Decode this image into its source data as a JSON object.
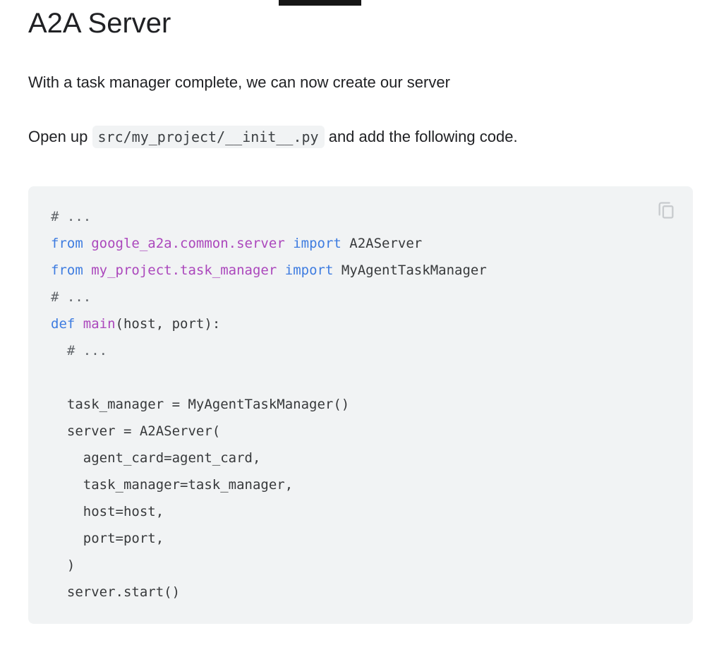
{
  "page": {
    "title": "A2A Server",
    "intro": "With a task manager complete, we can now create our server",
    "open_up_prefix": "Open up ",
    "file_path": "src/my_project/__init__.py",
    "open_up_suffix": " and add the following code."
  },
  "code_block": {
    "language": "python",
    "copy_button_icon": "copy-icon",
    "lines": [
      [
        [
          "com",
          "# ..."
        ]
      ],
      [
        [
          "kw",
          "from"
        ],
        [
          "pl",
          " "
        ],
        [
          "id",
          "google_a2a.common.server"
        ],
        [
          "pl",
          " "
        ],
        [
          "kw",
          "import"
        ],
        [
          "pl",
          " A2AServer"
        ]
      ],
      [
        [
          "kw",
          "from"
        ],
        [
          "pl",
          " "
        ],
        [
          "id",
          "my_project.task_manager"
        ],
        [
          "pl",
          " "
        ],
        [
          "kw",
          "import"
        ],
        [
          "pl",
          " MyAgentTaskManager"
        ]
      ],
      [
        [
          "com",
          "# ..."
        ]
      ],
      [
        [
          "kw",
          "def"
        ],
        [
          "pl",
          " "
        ],
        [
          "id",
          "main"
        ],
        [
          "pl",
          "(host, port):"
        ]
      ],
      [
        [
          "pl",
          "  "
        ],
        [
          "com",
          "# ..."
        ]
      ],
      [],
      [
        [
          "pl",
          "  task_manager = MyAgentTaskManager()"
        ]
      ],
      [
        [
          "pl",
          "  server = A2AServer("
        ]
      ],
      [
        [
          "pl",
          "    agent_card=agent_card,"
        ]
      ],
      [
        [
          "pl",
          "    task_manager=task_manager,"
        ]
      ],
      [
        [
          "pl",
          "    host=host,"
        ]
      ],
      [
        [
          "pl",
          "    port=port,"
        ]
      ],
      [
        [
          "pl",
          "  )"
        ]
      ],
      [
        [
          "pl",
          "  server.start()"
        ]
      ]
    ]
  },
  "colors": {
    "page_background": "#ffffff",
    "text": "#202124",
    "code_background": "#f1f3f4",
    "inline_code_background": "#f1f3f4",
    "keyword_blue": "#3e7ce0",
    "identifier_purple": "#ab47bc",
    "comment_gray": "#5f6368",
    "code_text": "#37393b",
    "copy_icon_gray": "#c8cbce",
    "top_cutoff_bar": "#161616"
  }
}
